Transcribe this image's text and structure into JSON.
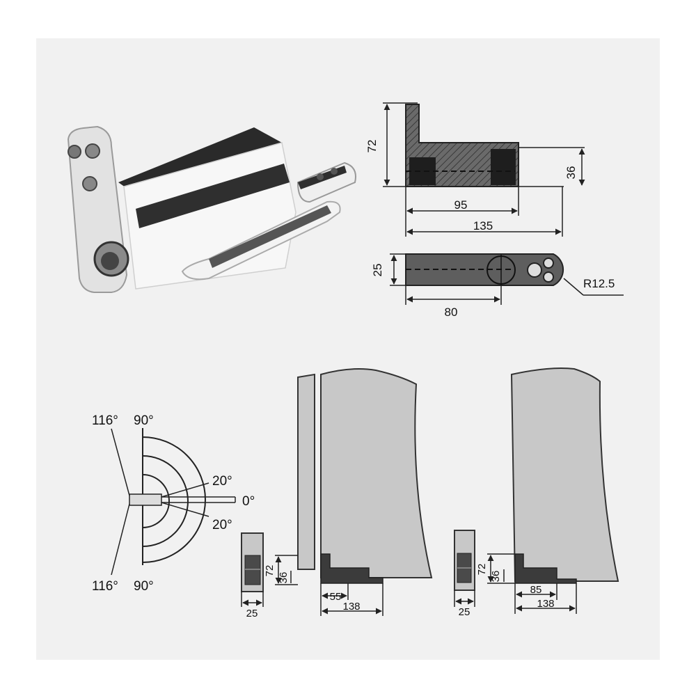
{
  "top_profile": {
    "dim_height": "72",
    "dim_thickness": "36",
    "dim_inner": "95",
    "dim_total": "135"
  },
  "top_plan": {
    "dim_width": "25",
    "dim_length": "80",
    "radius": "R12.5"
  },
  "angle_diagram": {
    "label_left_top_116": "116°",
    "label_left_top_90": "90°",
    "label_right_upper": "20°",
    "label_zero": "0°",
    "label_right_lower": "20°",
    "label_left_bottom_116": "116°",
    "label_left_bottom_90": "90°"
  },
  "install_left": {
    "dim_72": "72",
    "dim_36": "36",
    "dim_25": "25",
    "dim_55": "55",
    "dim_138": "138"
  },
  "install_right": {
    "dim_72": "72",
    "dim_36": "36",
    "dim_25": "25",
    "dim_85": "85",
    "dim_138": "138"
  },
  "colors": {
    "sheet": "#f1f1f1",
    "metal_fill": "#5a5a5a",
    "glass_fill": "#c8c8c8",
    "line": "#222222"
  }
}
